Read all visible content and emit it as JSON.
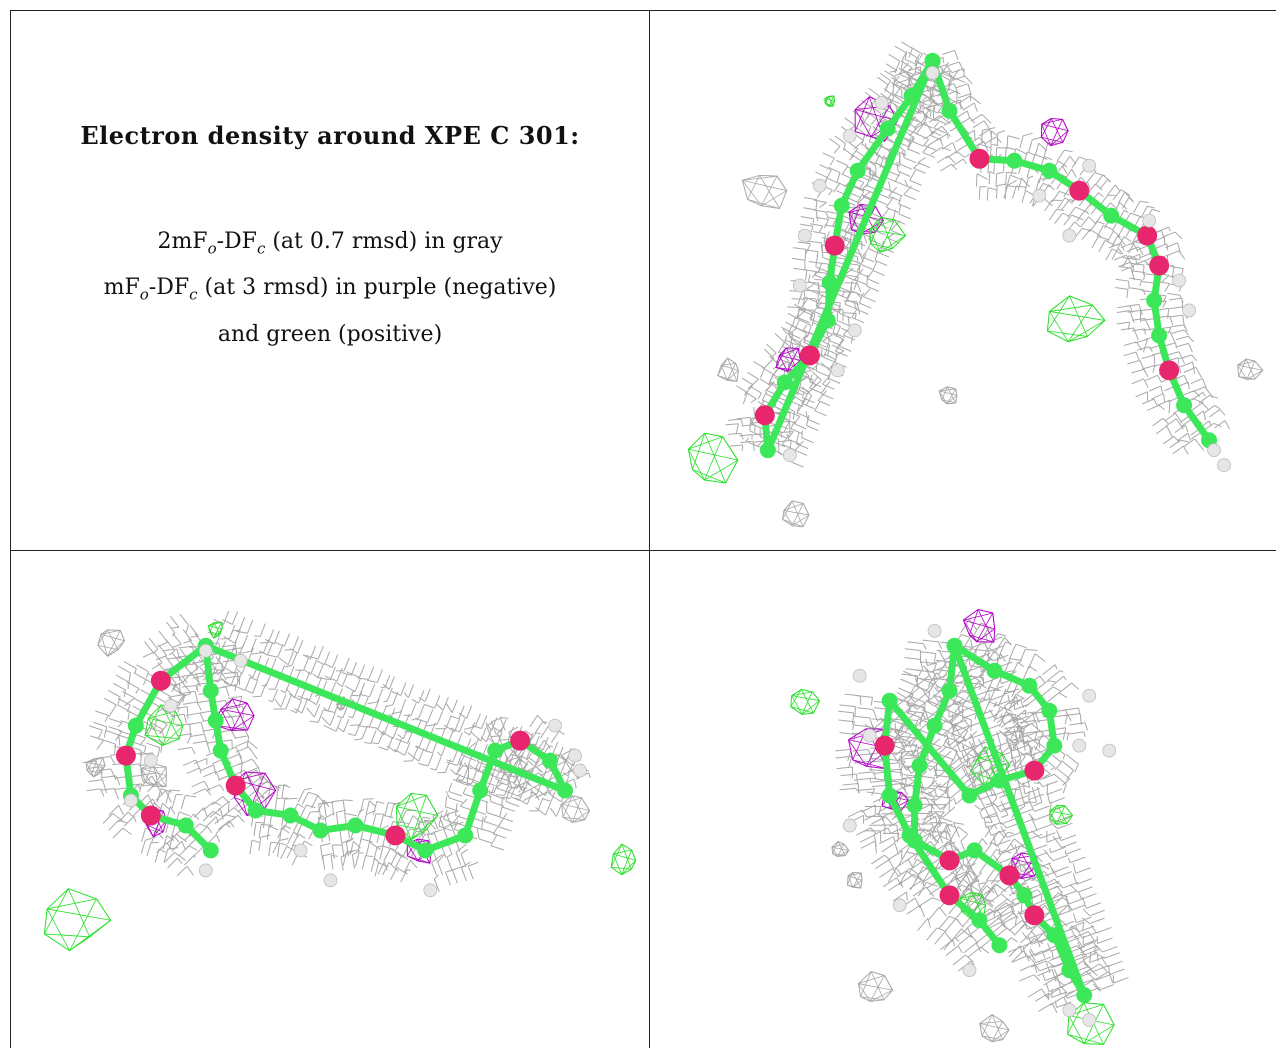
{
  "caption": {
    "title": "Electron density around XPE C 301:",
    "lines": [
      {
        "pre": "2mF",
        "sub1": "o",
        "mid": "-DF",
        "sub2": "c",
        "post": " (at 0.7 rmsd) in gray"
      },
      {
        "pre": "mF",
        "sub1": "o",
        "mid": "-DF",
        "sub2": "c",
        "post": " (at 3 rmsd) in purple (negative)"
      },
      {
        "text": "and green (positive)"
      }
    ]
  },
  "colors": {
    "mesh_2fofc": "#a8a8a8",
    "mesh_negative": "#b400c8",
    "mesh_positive": "#28e028",
    "carbon": "#3ce85a",
    "oxygen": "#e8266e",
    "hydrogen": "#e6e6e6"
  },
  "panels": [
    {
      "name": "view-top-right",
      "type": "electron-density-render"
    },
    {
      "name": "view-bottom-left",
      "type": "electron-density-render"
    },
    {
      "name": "view-bottom-right",
      "type": "electron-density-render"
    }
  ]
}
